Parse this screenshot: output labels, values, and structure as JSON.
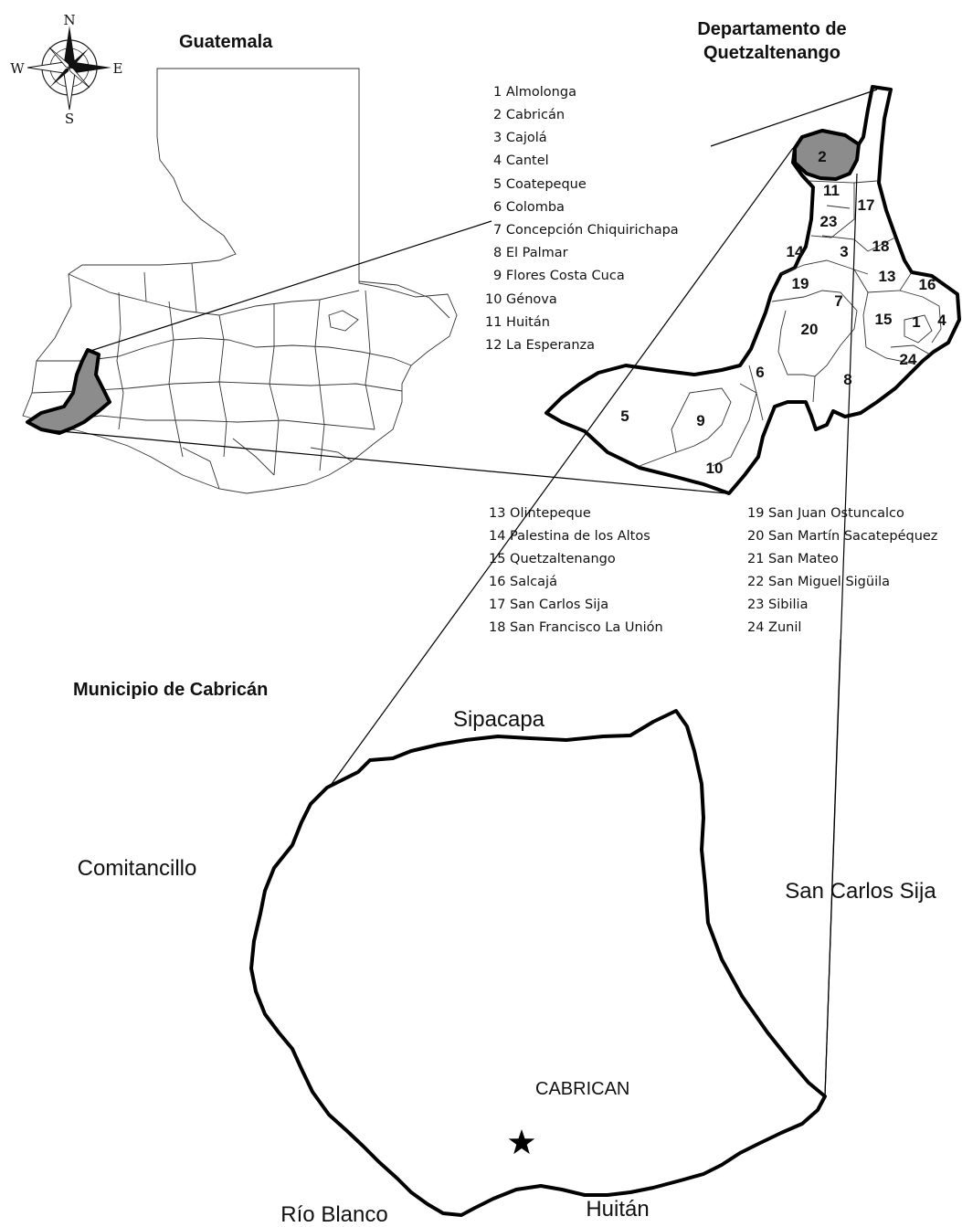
{
  "titles": {
    "guatemala": "Guatemala",
    "department_line1": "Departamento de",
    "department_line2": "Quetzaltenango",
    "municipality": "Municipio de Cabricán"
  },
  "compass": {
    "n": "N",
    "s": "S",
    "e": "E",
    "w": "W",
    "icon": "compass-rose-icon"
  },
  "legend_col1": [
    "1 Almolonga",
    "2 Cabricán",
    "3 Cajolá",
    "4 Cantel",
    "5 Coatepeque",
    "6 Colomba",
    "7 Concepción Chiquirichapa",
    "8 El Palmar",
    "9 Flores Costa Cuca",
    "10 Génova",
    "11 Huitán",
    "12 La Esperanza"
  ],
  "legend_col2": [
    "13 Olintepeque",
    "14 Palestina de los Altos",
    "15 Quetzaltenango",
    "16 Salcajá",
    "17 San Carlos Sija",
    "18 San Francisco La Unión"
  ],
  "legend_col3": [
    "19 San Juan Ostuncalco",
    "20 San Martín Sacatepéquez",
    "21 San Mateo",
    "22 San Miguel Sigüila",
    "23 Sibilia",
    "24 Zunil"
  ],
  "dept_numbers": [
    "2",
    "11",
    "17",
    "23",
    "14",
    "3",
    "18",
    "13",
    "16",
    "19",
    "7",
    "15",
    "1",
    "4",
    "20",
    "24",
    "6",
    "8",
    "5",
    "9",
    "10"
  ],
  "neighbors": {
    "north": "Sipacapa",
    "west": "Comitancillo",
    "east": "San Carlos Sija",
    "southwest": "Río Blanco",
    "south": "Huitán"
  },
  "town": {
    "label": "CABRICAN",
    "icon": "star-icon"
  },
  "colors": {
    "highlight": "#8c8c8c",
    "border": "#000000",
    "line": "#333333"
  }
}
